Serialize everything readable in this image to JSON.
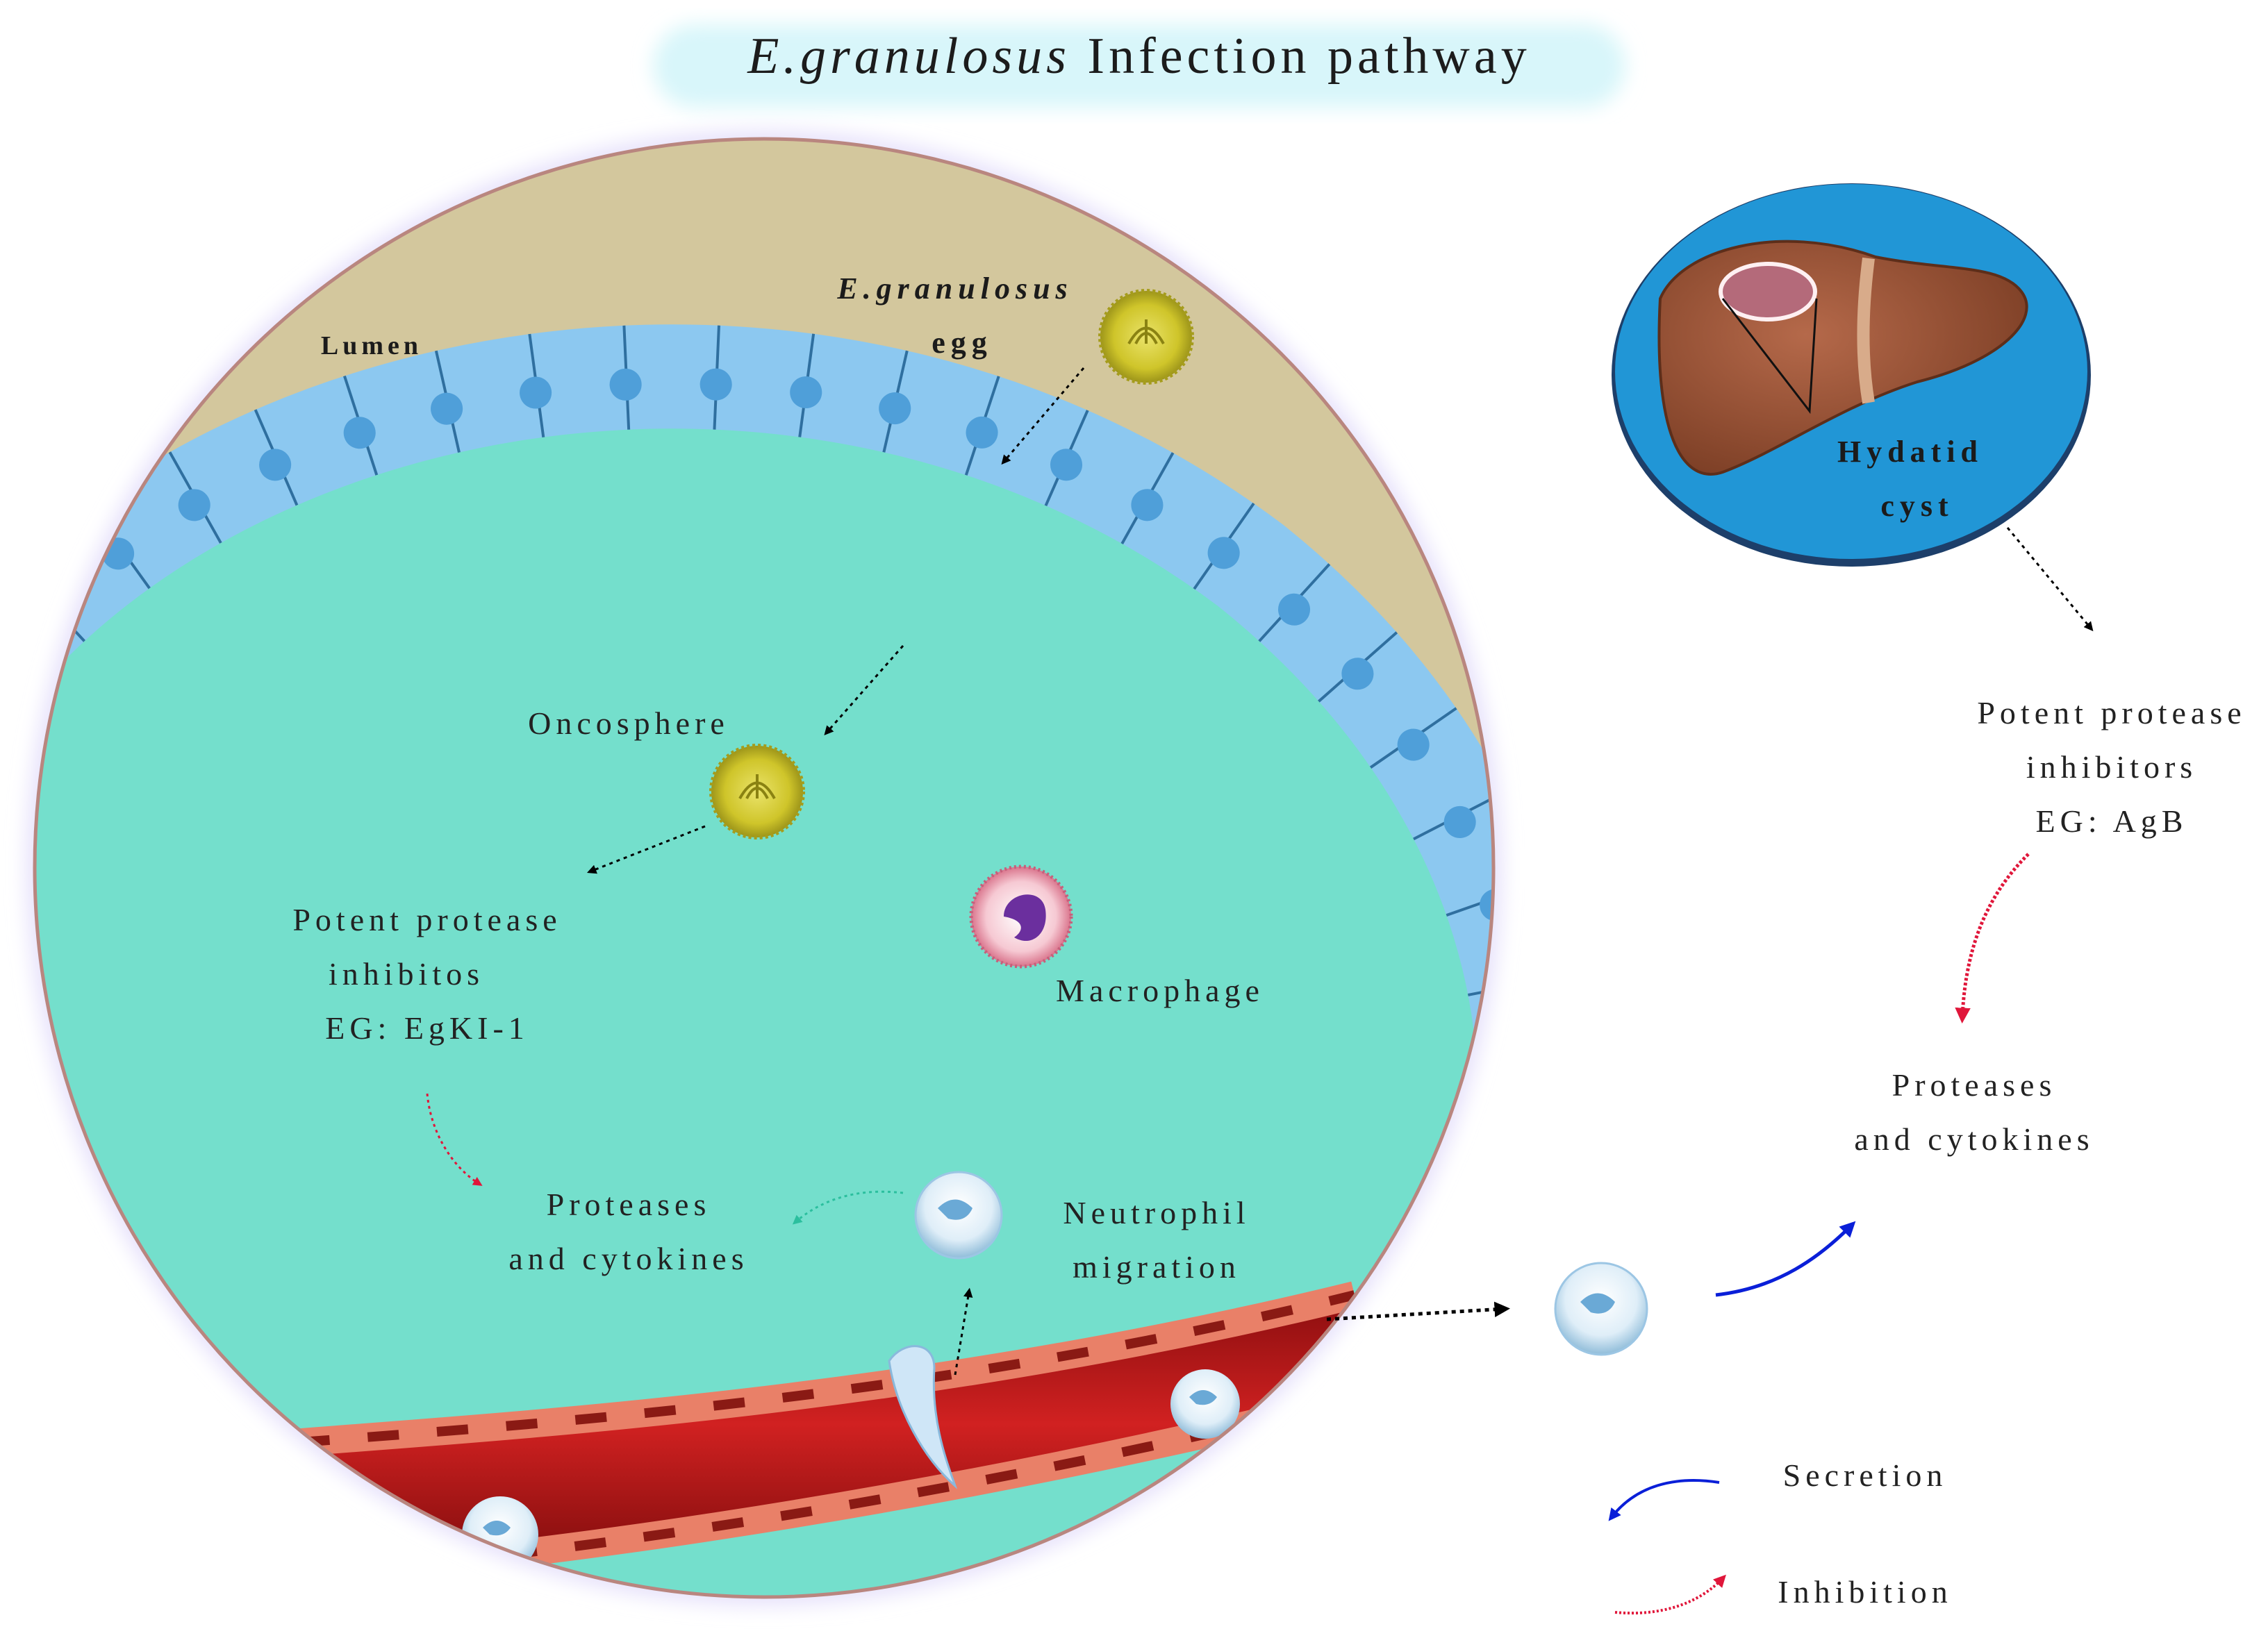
{
  "title": {
    "species": "E.granulosus",
    "rest": " Infection pathway"
  },
  "labels": {
    "lumen": "Lumen",
    "egg_line1": "E.granulosus",
    "egg_line2": "egg",
    "oncosphere": "Oncosphere",
    "inhibitors_gut": [
      "Potent protease",
      "inhibitos",
      "EG: EgKI-1"
    ],
    "macrophage": "Macrophage",
    "proteases_gut": [
      "Proteases",
      "and cytokines"
    ],
    "neutrophil": [
      "Neutrophil",
      "migration"
    ],
    "hydatid": [
      "Hydatid",
      "cyst"
    ],
    "inhibitors_liver": [
      "Potent protease",
      "inhibitors",
      "EG: AgB"
    ],
    "proteases_liver": [
      "Proteases",
      "and cytokines"
    ]
  },
  "legend": {
    "secretion": "Secretion",
    "inhibition": "Inhibition"
  },
  "colors": {
    "lumen": "#d3c79d",
    "tissue": "#74dfcc",
    "epithelium": "#8cc8f0",
    "vessel": "#b51a1a",
    "liver_bg": "#2196d6",
    "liver": "#9b5535",
    "egg": "#c8c020",
    "secretion_arrow": "#0a1fd8",
    "inhibition_arrow": "#e0163a",
    "teal_arrow": "#2bbf9e"
  }
}
